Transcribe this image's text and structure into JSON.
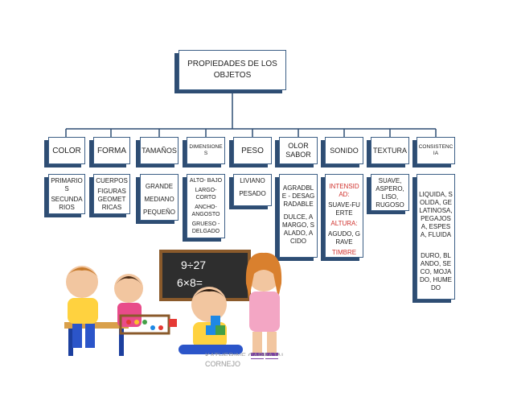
{
  "root": {
    "title": "PROPIEDADES DE LOS OBJETOS"
  },
  "categories": [
    {
      "label": "COLOR",
      "items": [
        "PRIMARIOS",
        "SECUNDARIOS"
      ]
    },
    {
      "label": "FORMA",
      "items": [
        "CUERPOS",
        "FIGURAS GEOMETRICAS"
      ]
    },
    {
      "label": "TAMAÑOS",
      "items": [
        "GRANDE",
        "MEDIANO",
        "PEQUEÑO"
      ]
    },
    {
      "label": "DIMENSIONES",
      "items": [
        "ALTO- BAJO",
        "LARGO-CORTO",
        "ANCHO-ANGOSTO",
        "GRUESO - DELGADO"
      ]
    },
    {
      "label": "PESO",
      "items": [
        "LIVIANO",
        "PESADO"
      ]
    },
    {
      "label": "OLOR SABOR",
      "items": [
        "AGRADBLE - DESAGRADABLE",
        "DULCE, AMARGO, SALADO, ACIDO"
      ]
    },
    {
      "label": "SONIDO",
      "items": [
        "INTENSIDAD:",
        "SUAVE-FUERTE",
        "ALTURA:",
        "AGUDO, GRAVE",
        "TIMBRE"
      ]
    },
    {
      "label": "TEXTURA",
      "items": [
        "SUAVE, ASPERO, LISO, RUGOSO"
      ]
    },
    {
      "label": "CONSISTENCIA",
      "items": [
        "LIQUIDA, SOLIDA, GELATINOSA, PEGAJOSA, ESPESA, FLUIDA",
        "DURO, BLANDO, SECO, MOJADO, HUMEDO"
      ]
    }
  ],
  "board_text": {
    "line1": "9÷27",
    "line2": "6×8="
  },
  "footer": "KATHERINE CARBAJAL CORNEJO",
  "colors": {
    "box_border": "#3d5f86",
    "box_shadow": "#2e4d73",
    "line": "#2e4d73",
    "accent_red": "#d0312d"
  }
}
